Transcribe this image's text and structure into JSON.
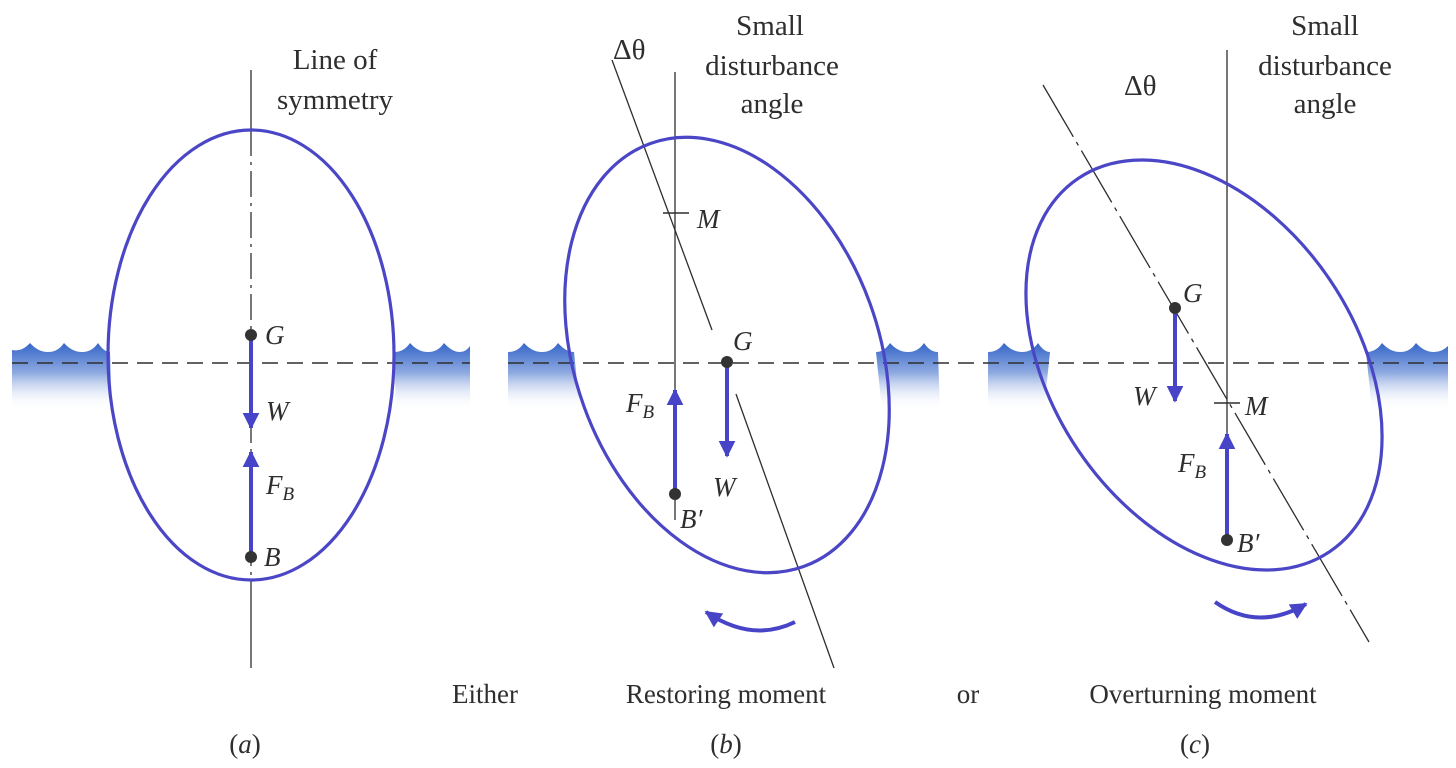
{
  "colors": {
    "hull": "#4a46c6",
    "force_arrow": "#4744c8",
    "water_top": "#3566c8",
    "water_fade": "#ffffff",
    "ink": "#2e2e2e",
    "point": "#333333"
  },
  "panel_a": {
    "label_line1": "Line of",
    "label_line2": "symmetry",
    "point_g": "G",
    "weight": "W",
    "buoyancy_main": "F",
    "buoyancy_sub": "B",
    "point_b": "B",
    "caption": "a"
  },
  "panel_b": {
    "angle": "Δθ",
    "label_line1": "Small",
    "label_line2": "disturbance",
    "label_line3": "angle",
    "point_m": "M",
    "point_g": "G",
    "buoyancy_main": "F",
    "buoyancy_sub": "B",
    "weight": "W",
    "point_b_prime": "B′",
    "moment": "Restoring moment",
    "caption": "b"
  },
  "panel_c": {
    "angle": "Δθ",
    "label_line1": "Small",
    "label_line2": "disturbance",
    "label_line3": "angle",
    "point_g": "G",
    "weight": "W",
    "point_m": "M",
    "buoyancy_main": "F",
    "buoyancy_sub": "B",
    "point_b_prime": "B′",
    "moment": "Overturning moment",
    "caption": "c"
  },
  "connectors": {
    "either": "Either",
    "or": "or"
  }
}
